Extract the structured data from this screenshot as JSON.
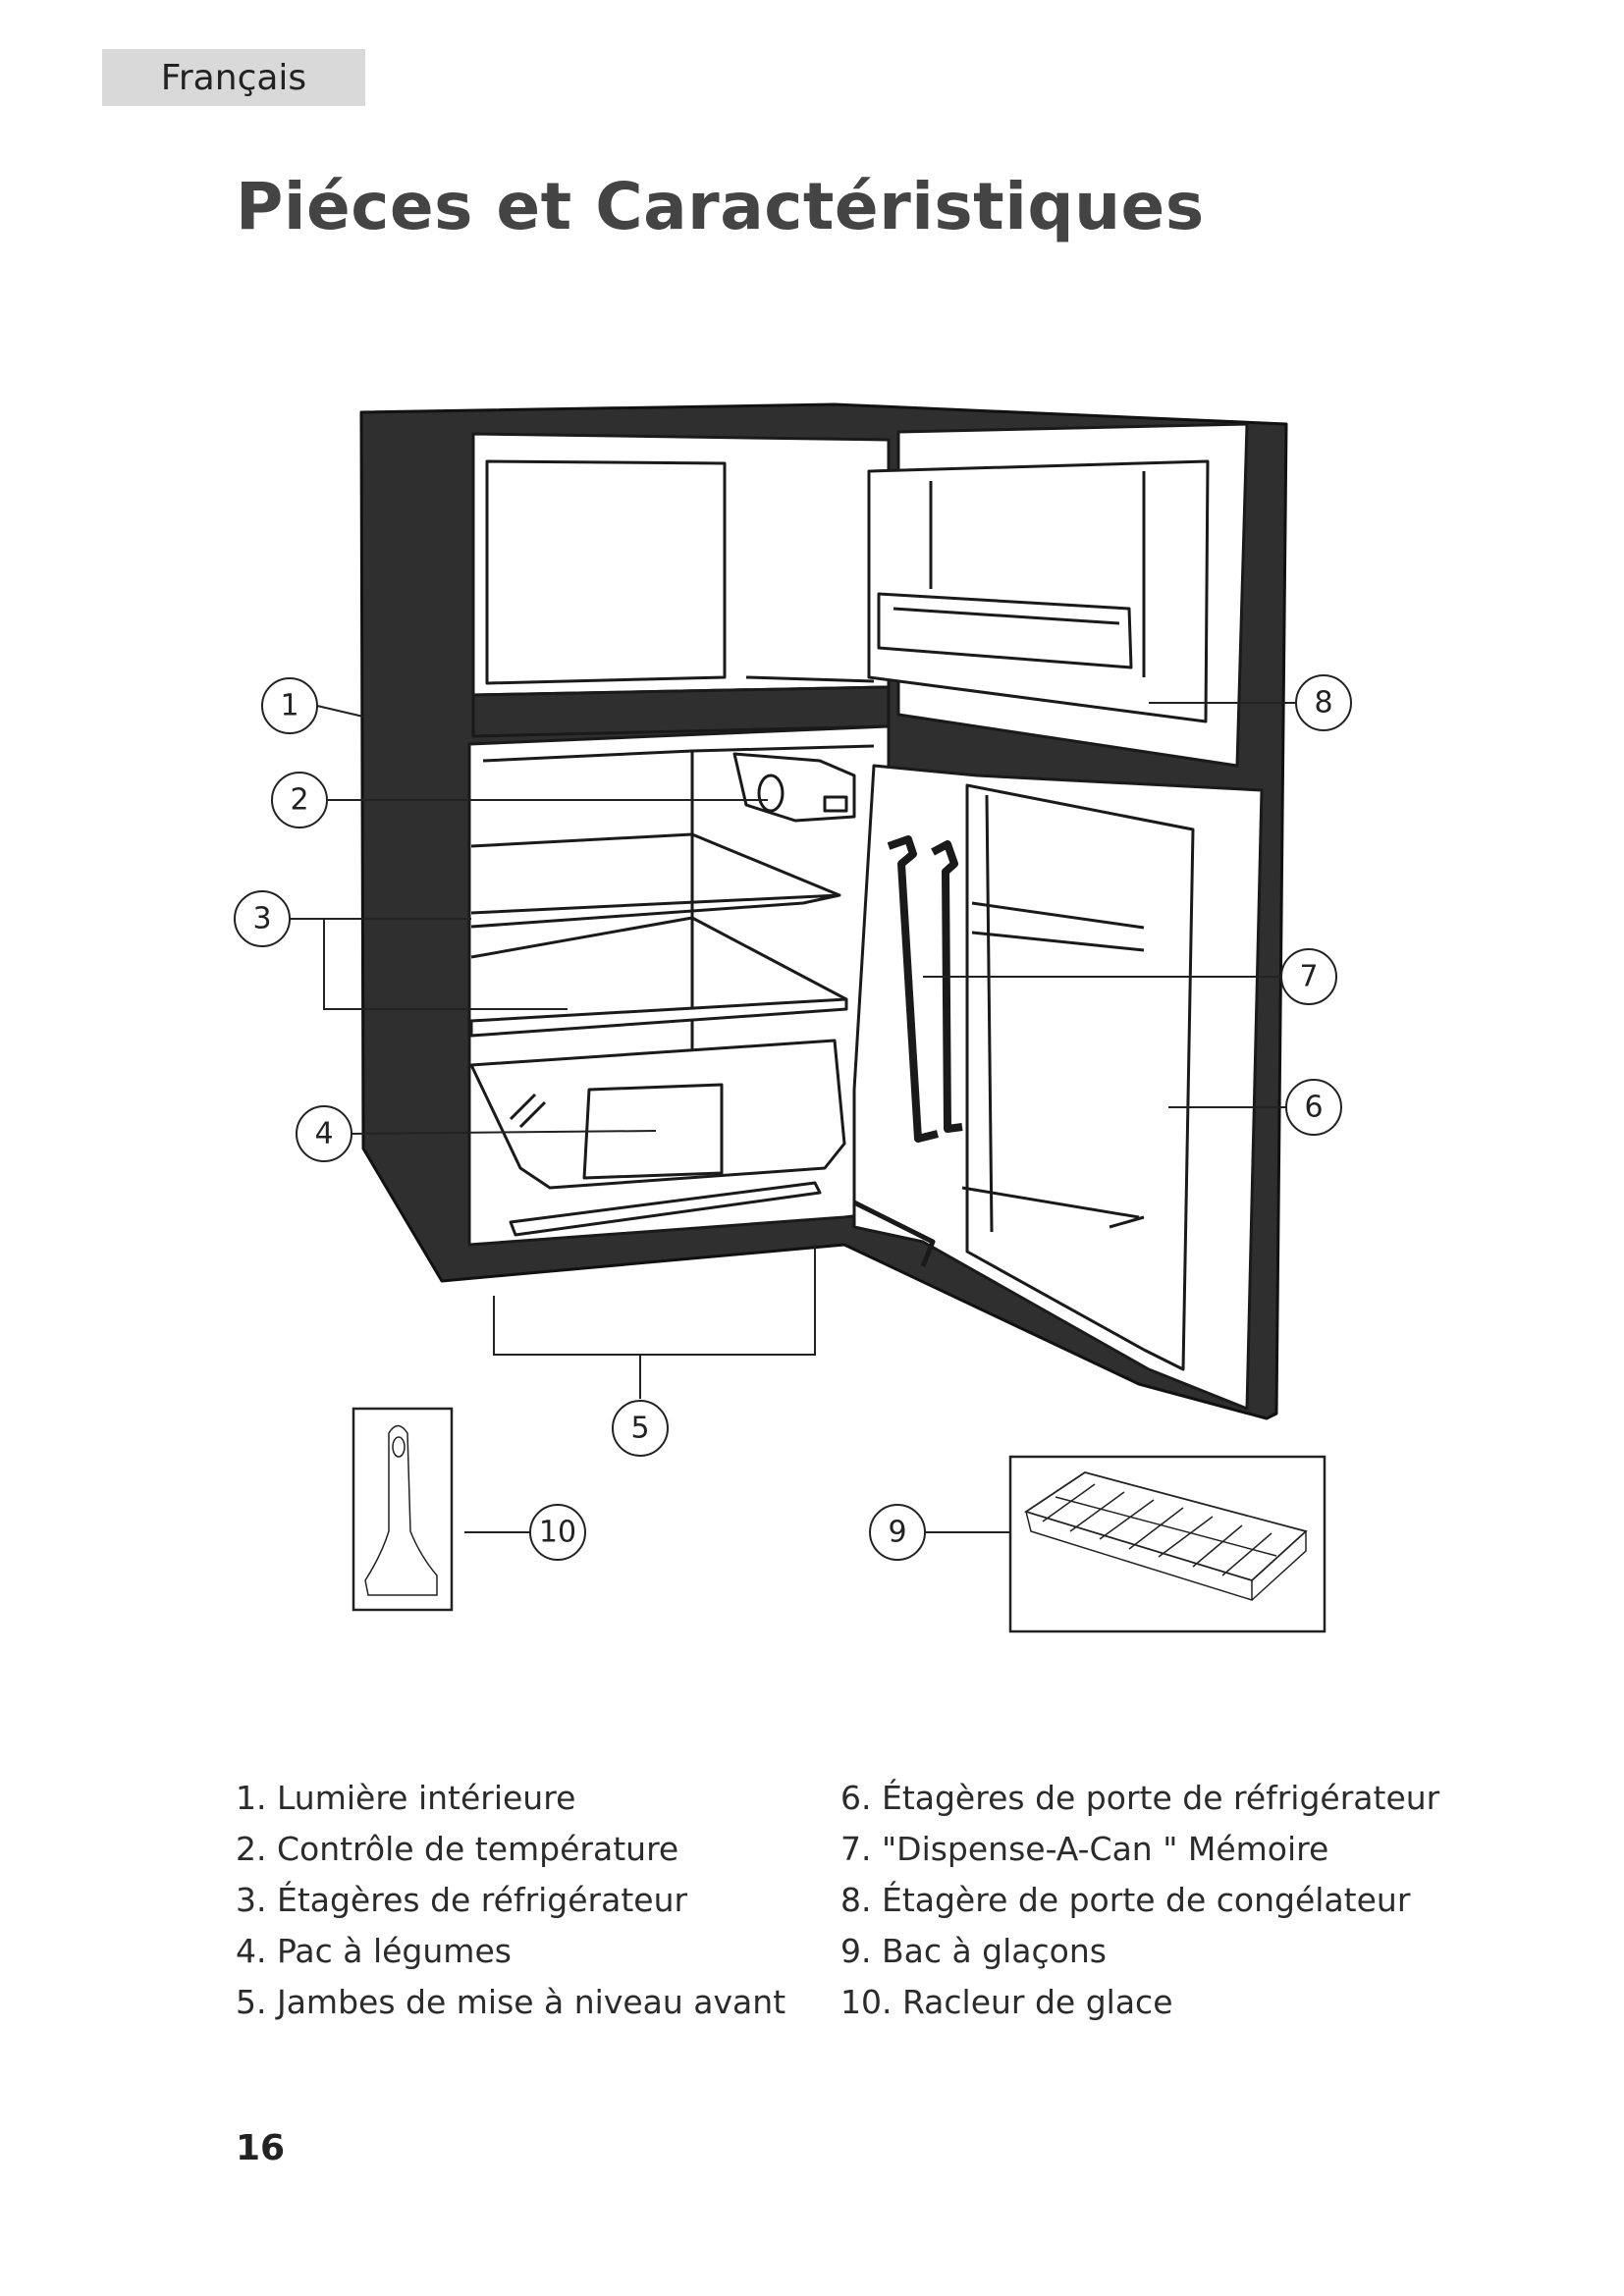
{
  "header": {
    "language_tab": "Français"
  },
  "title": "Piéces et Caractéristiques",
  "callouts": [
    "1",
    "2",
    "3",
    "4",
    "5",
    "6",
    "7",
    "8",
    "9",
    "10"
  ],
  "legend": {
    "left": [
      "1. Lumière intérieure",
      "2. Contrôle de température",
      "3. Étagères de réfrigérateur",
      "4. Pac à légumes",
      "5. Jambes de mise à niveau avant"
    ],
    "right": [
      "6. Étagères de porte de réfrigérateur",
      "7.  \"Dispense-A-Can \" Mémoire",
      "8. Étagère de porte de congélateur",
      "9. Bac à glaçons",
      "10. Racleur de glace"
    ]
  },
  "page_number": "16"
}
